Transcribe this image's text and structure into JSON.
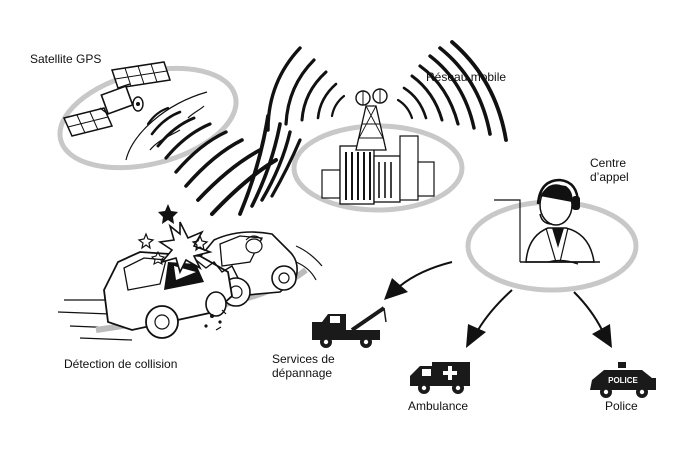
{
  "labels": {
    "satellite": "Satellite GPS",
    "network": "Réseau mobile",
    "call_center_line1": "Centre",
    "call_center_line2": "d’appel",
    "collision": "Détection de collision",
    "tow_line1": "Services de",
    "tow_line2": "dépannage",
    "ambulance": "Ambulance",
    "police": "Police",
    "police_car_sign": "POLICE"
  },
  "colors": {
    "ink": "#111111",
    "ring": "#c8c8c8",
    "ring_inner": "#e2e2e2",
    "vehicle_fill": "#1a1a1a"
  },
  "icons": [
    "satellite-icon",
    "cell-tower-icon",
    "operator-headset-icon",
    "crash-cars-icon",
    "tow-truck-icon",
    "ambulance-icon",
    "police-car-icon"
  ]
}
